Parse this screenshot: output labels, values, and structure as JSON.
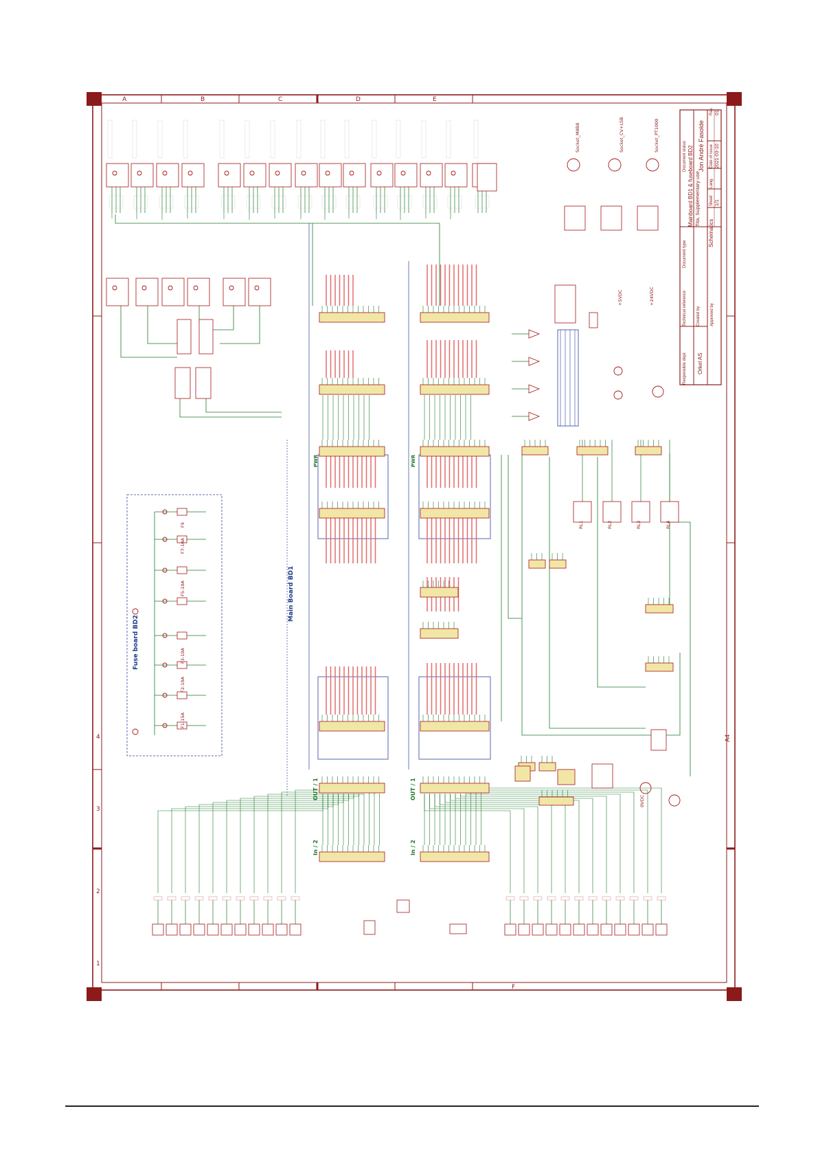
{
  "colors": {
    "frame": "#8b1a1a",
    "wire": "#1f7a2a",
    "bus": "#2a3f9a",
    "component": "#a31515",
    "connector_fill": "#f2e6a6",
    "label": "#7a1a1a",
    "text_blue": "#1a3d8c"
  },
  "title_block": {
    "author": "Jon André Fasolde",
    "title": "Mainboard BD1 & fuseboard BD2",
    "subtitle": "Tita, Supplementary use",
    "doc_type": "Schematics",
    "rev_label": "Rev.",
    "rev": "01",
    "date_label": "Date of issue",
    "date": "2021-03-10",
    "lang_label": "Lang.",
    "sheet_label": "Sheet",
    "sheet": "1/1",
    "doc_status_label": "Document status",
    "doc_type_label": "Document type",
    "tech_ref_label": "Technical reference",
    "created_by_label": "Created by",
    "approved_by_label": "Approved by",
    "resp_dept_label": "Responsible dept.",
    "company": "Orkel AS",
    "size": "A4"
  },
  "frame": {
    "columns": [
      "A",
      "B",
      "C",
      "D",
      "E",
      "F"
    ],
    "rows": [
      "1",
      "2",
      "3",
      "4"
    ]
  },
  "boards": {
    "main_board": "Main Board BD1",
    "fuse_board": "Fuse board BD2"
  },
  "labels": {
    "out1_a": "OUT / 1",
    "out1_b": "OUT / 1",
    "in2_a": "In / 2",
    "in2_b": "In / 2",
    "pwr_a": "PWR",
    "pwr_b": "PWR",
    "socket_1": "Socket_M8B8",
    "socket_2": "Socket_CV+LSB",
    "socket_3": "Socket_PT1000",
    "fuses": [
      "F1-15A",
      "F2-10A",
      "F3-10A",
      "F5-10A",
      "F7-10A",
      "F9"
    ],
    "relays": [
      "RL1",
      "RL2",
      "RL3",
      "RL4"
    ],
    "supply": [
      "+5VDC",
      "+24VDC",
      "0VDC"
    ]
  }
}
